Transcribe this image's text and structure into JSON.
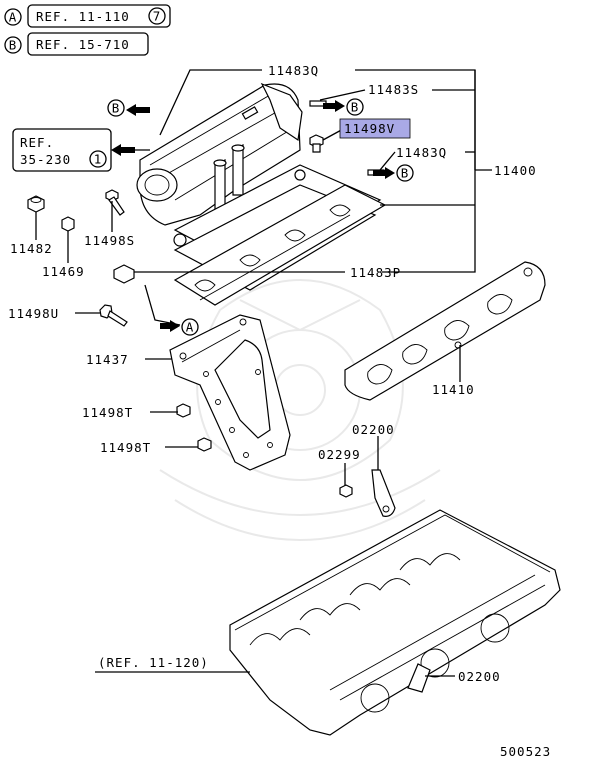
{
  "references": [
    {
      "circle": "A",
      "text": "REF. 11-110",
      "index": "7"
    },
    {
      "circle": "B",
      "text": "REF. 15-710"
    }
  ],
  "ref_box": {
    "line1": "REF.",
    "line2": "35-230",
    "index": "1"
  },
  "callout_letters": {
    "b": "B",
    "a": "A"
  },
  "labels": {
    "p11483q_top": "11483Q",
    "p11483s": "11483S",
    "p11498v": "11498V",
    "p11483q_right": "11483Q",
    "p11400": "11400",
    "p11482": "11482",
    "p11498s": "11498S",
    "p11469": "11469",
    "p11483p": "11483P",
    "p11498u": "11498U",
    "p11437": "11437",
    "p11410": "11410",
    "p11498t_1": "11498T",
    "p11498t_2": "11498T",
    "p02200_top": "02200",
    "p02299": "02299",
    "ref_11_120": "(REF. 11-120)",
    "p02200_bottom": "02200"
  },
  "highlight_color": "#a9a9e6",
  "diagram_number": "500523"
}
